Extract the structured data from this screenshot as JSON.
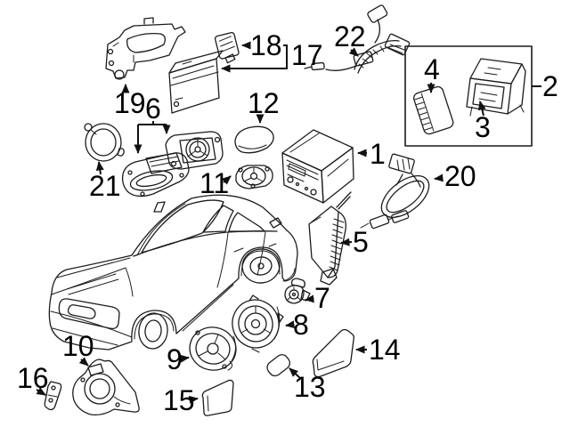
{
  "diagram": {
    "background_color": "#ffffff",
    "line_color": "#1c1c1c",
    "label_color": "#000000",
    "callouts": [
      {
        "num": "1",
        "name": "radio-head-unit"
      },
      {
        "num": "2",
        "name": "amplifier-kit-outline"
      },
      {
        "num": "3",
        "name": "amplifier-bracket"
      },
      {
        "num": "4",
        "name": "amplifier"
      },
      {
        "num": "5",
        "name": "amplifier-heat-sink"
      },
      {
        "num": "6",
        "name": "rear-shelf-speaker-set"
      },
      {
        "num": "7",
        "name": "tweeter"
      },
      {
        "num": "8",
        "name": "front-door-speaker"
      },
      {
        "num": "9",
        "name": "rear-door-speaker"
      },
      {
        "num": "10",
        "name": "rear-speaker-bracket"
      },
      {
        "num": "11",
        "name": "speaker-adapter-plate"
      },
      {
        "num": "12",
        "name": "cover-pad"
      },
      {
        "num": "13",
        "name": "insulator-pad"
      },
      {
        "num": "14",
        "name": "speaker-cover-panel"
      },
      {
        "num": "15",
        "name": "speaker-grille-panel"
      },
      {
        "num": "16",
        "name": "corner-bracket"
      },
      {
        "num": "17",
        "name": "cd-changer-module"
      },
      {
        "num": "18",
        "name": "mounting-plate"
      },
      {
        "num": "19",
        "name": "mounting-bracket"
      },
      {
        "num": "20",
        "name": "antenna-cable"
      },
      {
        "num": "21",
        "name": "trim-ring"
      },
      {
        "num": "22",
        "name": "wiring-harness"
      }
    ]
  }
}
